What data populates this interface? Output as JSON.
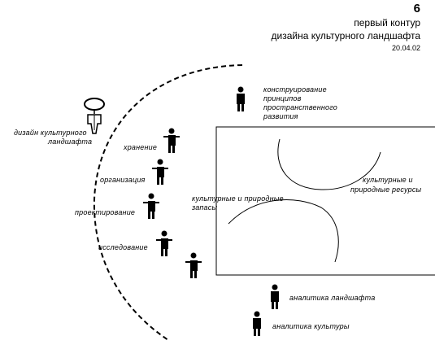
{
  "header": {
    "number": "6",
    "line1": "первый контур",
    "line2": "дизайна культурного ландшафта",
    "date": "20.04.02"
  },
  "labels": {
    "designer": [
      "дизайн культурного",
      "ландшафта"
    ],
    "storage": "хранение",
    "organization": "организация",
    "design": "проектирование",
    "research": "исследование",
    "construction": [
      "конструирование",
      "принципов",
      "пространственного",
      "развития"
    ],
    "reserves": [
      "культурные и природные",
      "запасы"
    ],
    "resources": [
      "культурные и",
      "природные ресурсы"
    ],
    "landscape_analytics": "аналитика ландшафта",
    "culture_analytics": "аналитика культуры"
  },
  "colors": {
    "ink": "#000000",
    "background": "#ffffff"
  },
  "icons": [
    "designer-figure-icon",
    "person-icon"
  ]
}
